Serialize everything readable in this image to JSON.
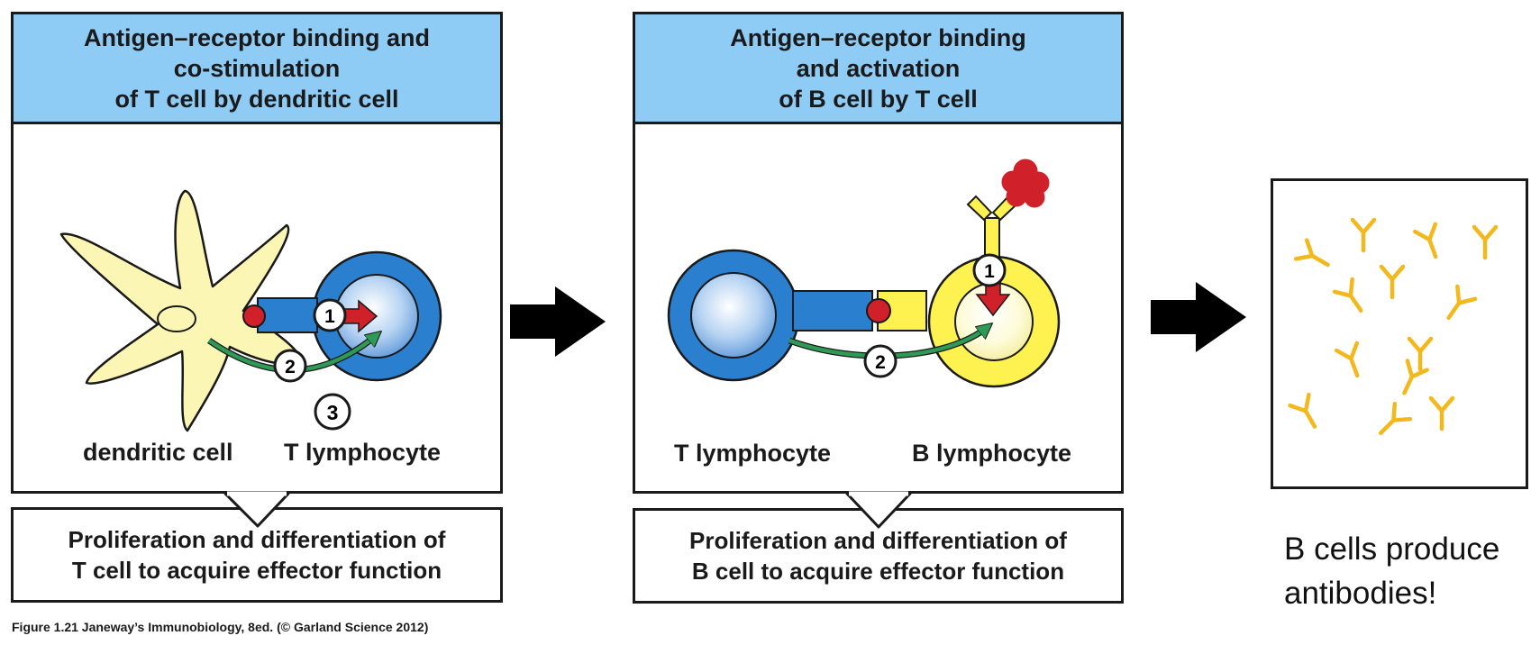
{
  "panel1": {
    "title_lines": [
      "Antigen–receptor binding and",
      "co-stimulation",
      "of T cell by dendritic cell"
    ],
    "labels": {
      "left_cell": "dendritic cell",
      "right_cell": "T lymphocyte"
    },
    "steps": [
      "1",
      "2",
      "3"
    ],
    "result_lines": [
      "Proliferation and differentiation of",
      "T cell to acquire effector function"
    ]
  },
  "panel2": {
    "title_lines": [
      "Antigen–receptor binding",
      "and activation",
      "of B cell by T cell"
    ],
    "labels": {
      "left_cell": "T lymphocyte",
      "right_cell": "B lymphocyte"
    },
    "steps": [
      "1",
      "2"
    ],
    "result_lines": [
      "Proliferation and differentiation of",
      "B cell to acquire effector function"
    ]
  },
  "outcome_note_lines": [
    "B cells produce",
    "antibodies!"
  ],
  "caption": "Figure 1.21  Janeway’s Immunobiology, 8ed. (© Garland Science 2012)",
  "colors": {
    "header_blue": "#8ecbf5",
    "t_cell_blue": "#2a7fcf",
    "dendritic_yellow": "#fbf6b4",
    "b_cell_yellow": "#fef250",
    "antigen_red": "#d0202a",
    "arrow_green": "#2e9a55",
    "antibody_gold": "#f2b81c"
  }
}
